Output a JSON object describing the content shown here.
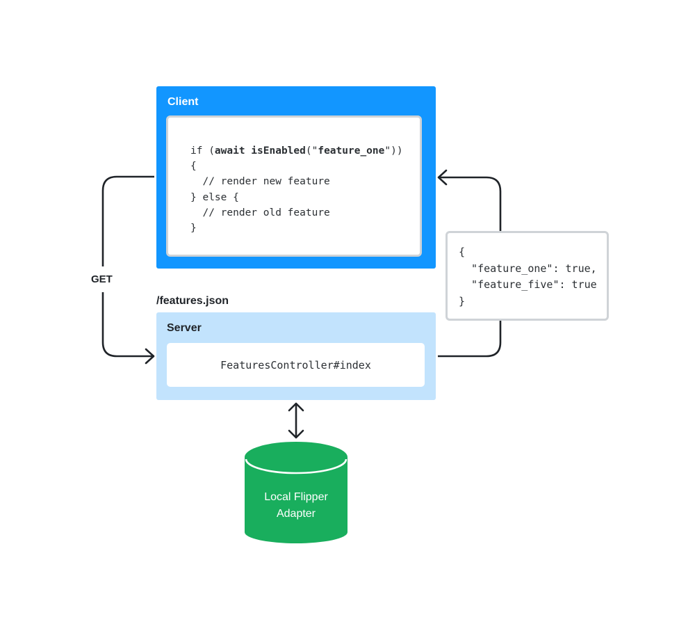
{
  "client": {
    "title": "Client",
    "code_lines": [
      [
        {
          "t": "if (",
          "b": false
        },
        {
          "t": "await isEnabled",
          "b": true
        },
        {
          "t": "(\"",
          "b": false
        },
        {
          "t": "feature_one",
          "b": true
        },
        {
          "t": "\"))",
          "b": false
        }
      ],
      [
        {
          "t": "{",
          "b": false
        }
      ],
      [
        {
          "t": "  // render new feature",
          "b": false
        }
      ],
      [
        {
          "t": "} else {",
          "b": false
        }
      ],
      [
        {
          "t": "  // render old feature",
          "b": false
        }
      ],
      [
        {
          "t": "}",
          "b": false
        }
      ]
    ]
  },
  "endpoint": {
    "label": "/features.json"
  },
  "server": {
    "title": "Server",
    "controller": "FeaturesController#index"
  },
  "request": {
    "label": "GET"
  },
  "response": {
    "json_lines": [
      "{",
      "  \"feature_one\": true,",
      "  \"feature_five\": true",
      "}"
    ]
  },
  "database": {
    "label_line1": "Local Flipper",
    "label_line2": "Adapter",
    "color": "#19ae5d"
  },
  "colors": {
    "client": "#1296ff",
    "server": "#c2e3fd",
    "connector": "#1f2328",
    "panel_border": "#cfd3d7"
  }
}
